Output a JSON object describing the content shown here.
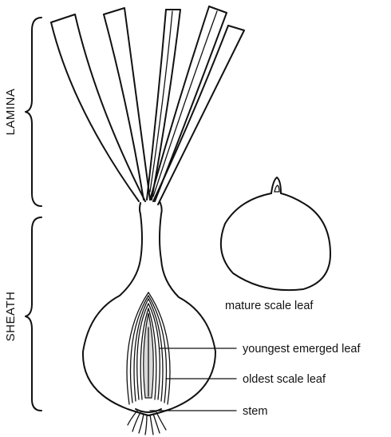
{
  "brackets": {
    "upper_label": "LAMINA",
    "lower_label": "SHEATH"
  },
  "labels": {
    "mature_scale_leaf": "mature scale leaf",
    "youngest_emerged_leaf": "youngest emerged leaf",
    "oldest_scale_leaf": "oldest scale leaf",
    "stem": "stem"
  },
  "colors": {
    "ink": "#111111",
    "background": "#ffffff"
  }
}
